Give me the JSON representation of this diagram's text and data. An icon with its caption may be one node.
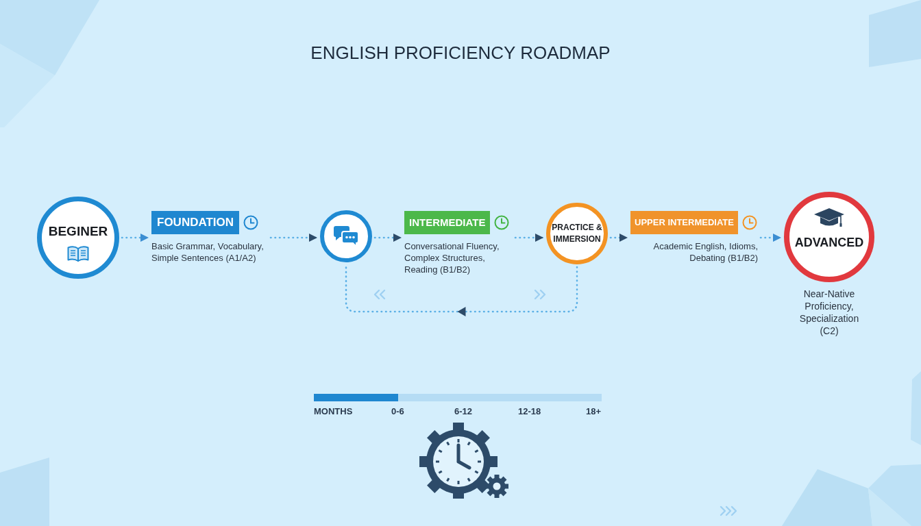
{
  "diagram": {
    "title": "ENGLISH PROFICIENCY ROADMAP",
    "nodes": [
      {
        "text": [
          "BEGINER"
        ]
      },
      {
        "text": [
          "FOUNDATION",
          "Basic Grammar, Vocabulary, Simple Sentences (A1/A2)"
        ]
      },
      {
        "text": [],
        "shape": "circle"
      },
      {
        "text": [
          "INTERMEDIATE",
          "Conversational Fluency, Complex Structures, Reading (B1/B2)"
        ]
      },
      {
        "text": [
          "PRACTICE & IMMERSION"
        ]
      },
      {
        "text": [
          "UPPER INTERMEDIATE",
          "Academic English, Idioms, Debating (B1/B2)"
        ]
      },
      {
        "text": [
          "ADVANCED"
        ],
        "beside": [
          "Near-Native Proficiency, Specialization (C2)"
        ]
      }
    ],
    "edges": [
      {
        "from": 0,
        "to": 1,
        "arrow": "to",
        "color": "#3b8ed2"
      },
      {
        "from": 1,
        "to": 2,
        "arrow": "to"
      },
      {
        "from": 2,
        "to": 3,
        "arrow": "to"
      },
      {
        "from": 3,
        "to": 4,
        "arrow": "to"
      },
      {
        "from": 4,
        "to": 5,
        "arrow": "to"
      },
      {
        "from": 5,
        "to": 6,
        "arrow": "to",
        "color": "#3b8ed2"
      },
      {
        "from": 4,
        "to": 2,
        "arrow": "to"
      }
    ],
    "labels": [
      "MONTHS",
      "0-6",
      "6-12",
      "12-18",
      "18+"
    ]
  }
}
